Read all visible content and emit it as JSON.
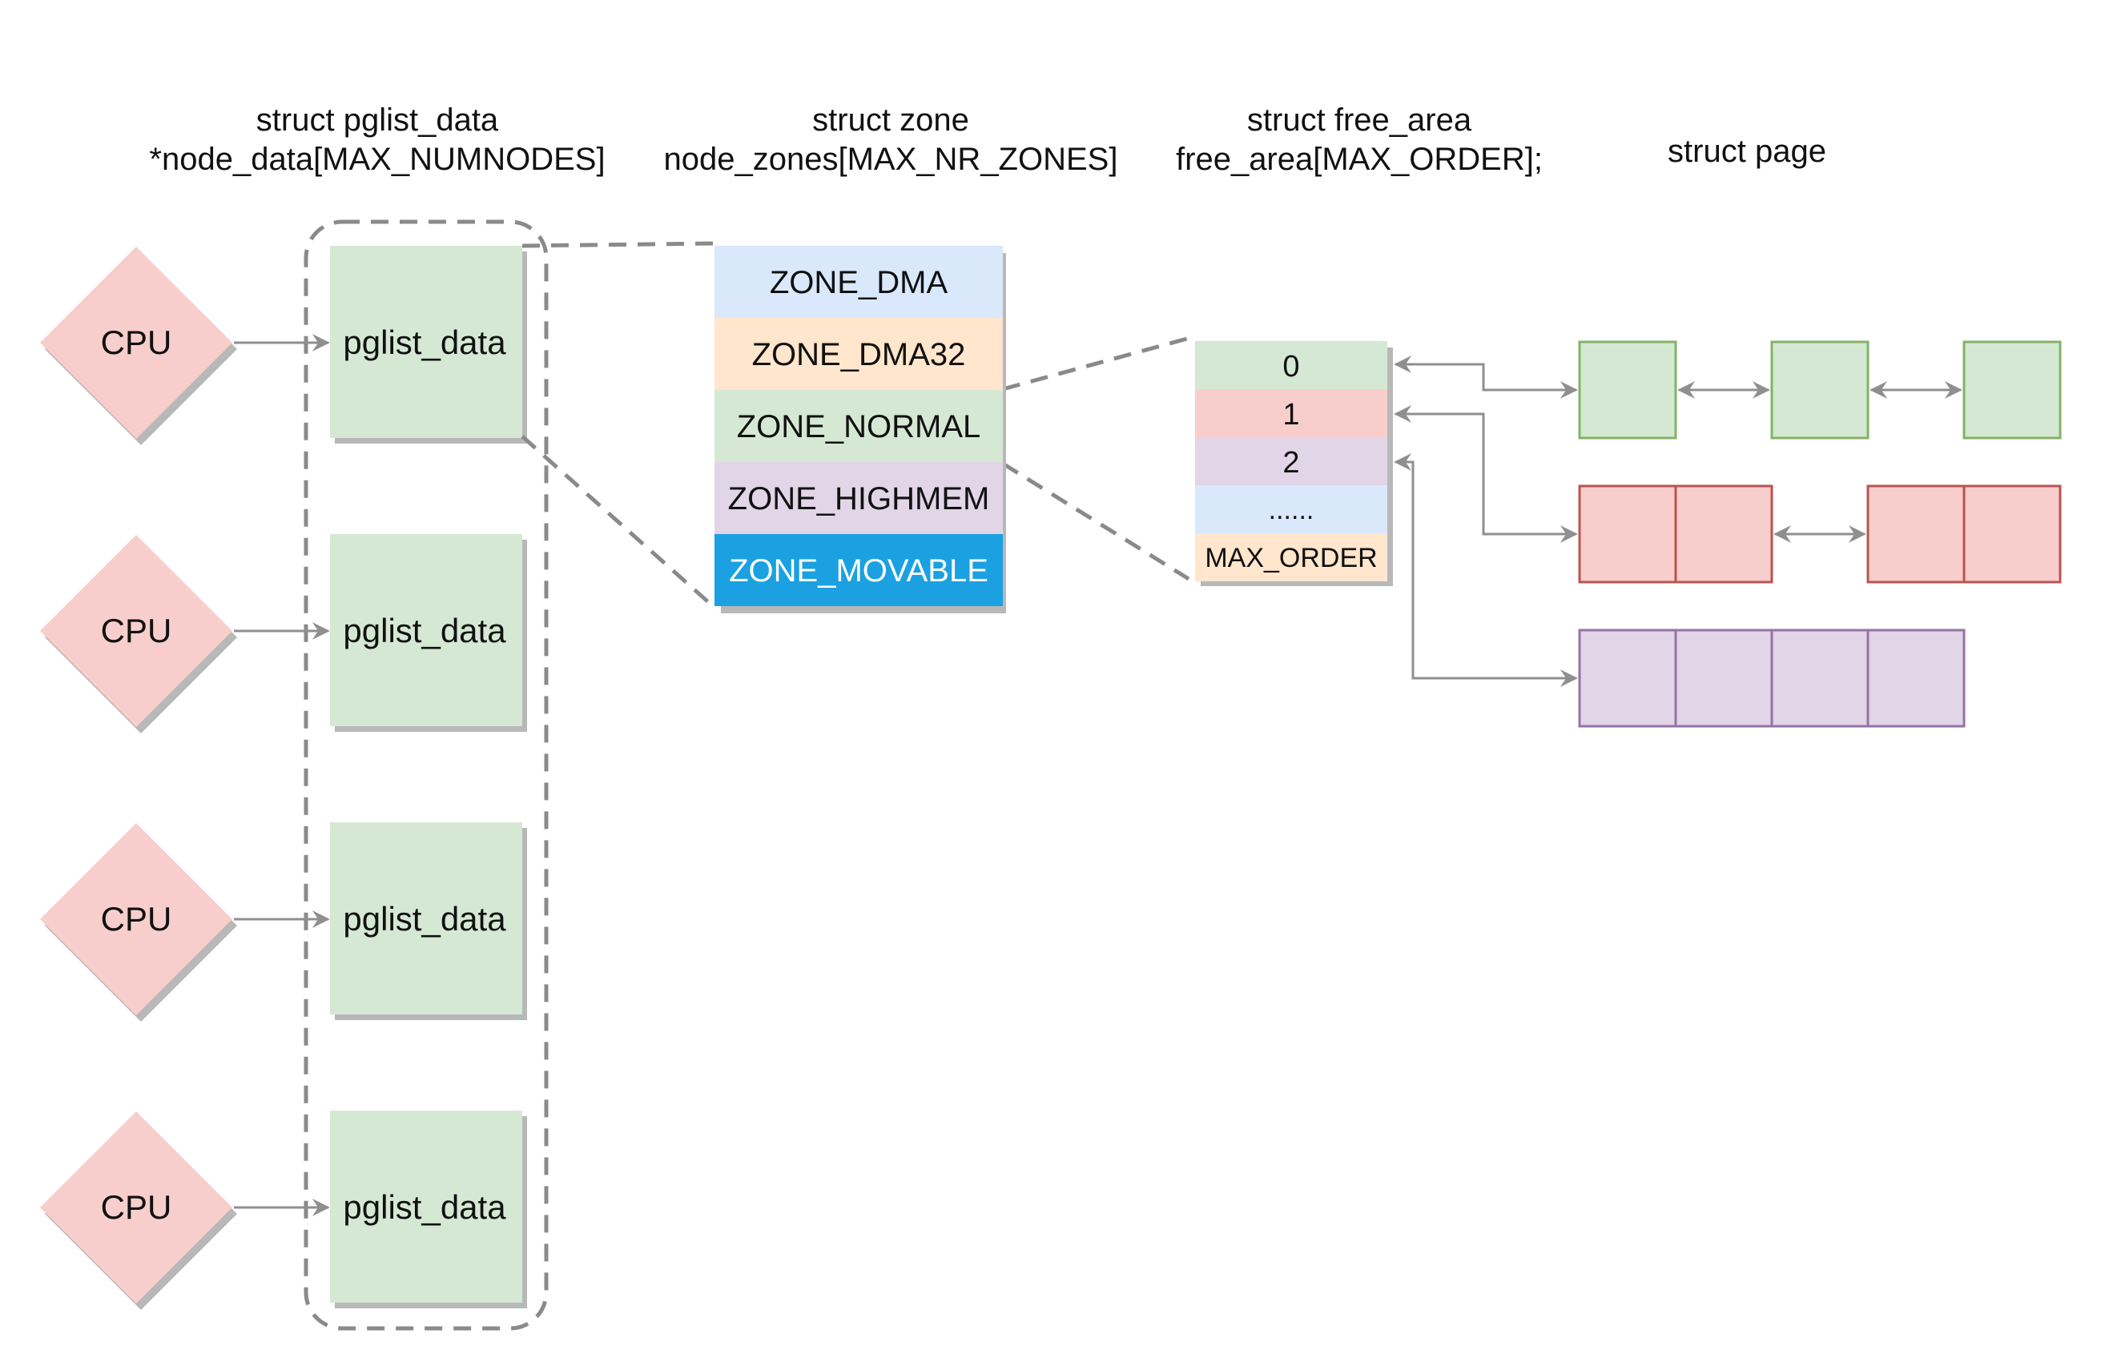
{
  "headers": {
    "pglist": [
      "struct pglist_data",
      "*node_data[MAX_NUMNODES]"
    ],
    "zone": [
      "struct zone",
      "node_zones[MAX_NR_ZONES]"
    ],
    "free_area": [
      "struct free_area",
      "free_area[MAX_ORDER];"
    ],
    "page": [
      "struct page"
    ]
  },
  "nodes": [
    {
      "cpu": "CPU",
      "pglist": "pglist_data"
    },
    {
      "cpu": "CPU",
      "pglist": "pglist_data"
    },
    {
      "cpu": "CPU",
      "pglist": "pglist_data"
    },
    {
      "cpu": "CPU",
      "pglist": "pglist_data"
    }
  ],
  "zones": [
    {
      "label": "ZONE_DMA",
      "color": "#dae8fc",
      "text_color": "#111111"
    },
    {
      "label": "ZONE_DMA32",
      "color": "#ffe6cc",
      "text_color": "#111111"
    },
    {
      "label": "ZONE_NORMAL",
      "color": "#d5e8d4",
      "text_color": "#111111"
    },
    {
      "label": "ZONE_HIGHMEM",
      "color": "#e1d5e7",
      "text_color": "#111111"
    },
    {
      "label": "ZONE_MOVABLE",
      "color": "#1ba1e2",
      "text_color": "#ffffff"
    }
  ],
  "free_area": [
    {
      "label": "0",
      "color": "#d5e8d4"
    },
    {
      "label": "1",
      "color": "#f8cecc"
    },
    {
      "label": "2",
      "color": "#e1d5e7"
    },
    {
      "label": "......",
      "color": "#dae8fc"
    },
    {
      "label": "MAX_ORDER",
      "color": "#ffe6cc"
    }
  ],
  "page_groups": [
    {
      "order": "0",
      "blocks": [
        1,
        1,
        1
      ],
      "fill": "#d5e8d4",
      "stroke": "#82b366"
    },
    {
      "order": "1",
      "blocks": [
        2,
        2
      ],
      "fill": "#f8cecc",
      "stroke": "#b85450"
    },
    {
      "order": "2",
      "blocks": [
        4
      ],
      "fill": "#e1d5e7",
      "stroke": "#9673a6"
    }
  ],
  "colors": {
    "cpu_fill": "#f8cecc",
    "pglist_fill": "#d5e8d4",
    "connector": "#8f8f8f",
    "dashed_border": "#8a8a8a"
  }
}
